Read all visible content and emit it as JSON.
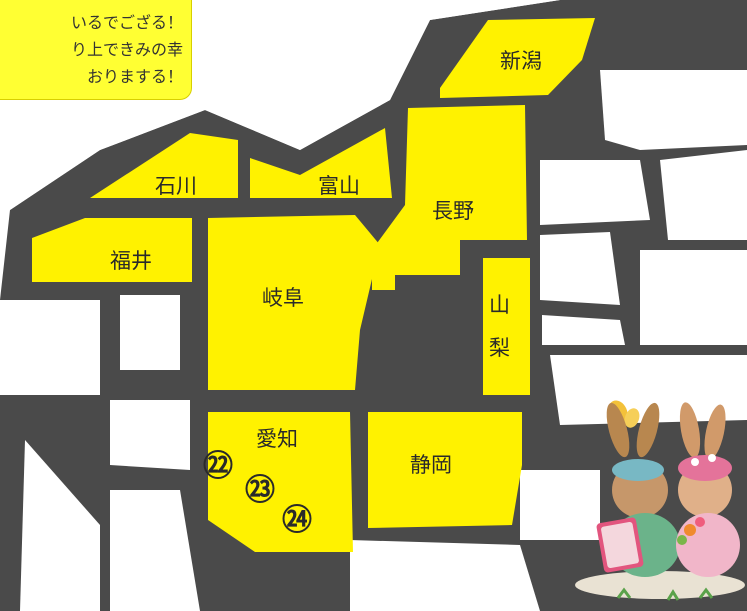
{
  "notice": {
    "lines": [
      "いるでござる！",
      "り上できみの幸",
      "おりまする！"
    ]
  },
  "prefectures": {
    "niigata": "新潟",
    "ishikawa": "石川",
    "toyama": "富山",
    "nagano": "長野",
    "fukui": "福井",
    "gifu": "岐阜",
    "yamanashi_1": "山",
    "yamanashi_2": "梨",
    "aichi": "愛知",
    "shizuoka": "静岡"
  },
  "markers": [
    "㉒",
    "㉓",
    "㉔"
  ],
  "colors": {
    "region_fill": "#fff200",
    "road": "#4a4a4a",
    "background": "#ffffff"
  },
  "illustration": {
    "icon": "rabbit-pair-reading-illustration"
  }
}
